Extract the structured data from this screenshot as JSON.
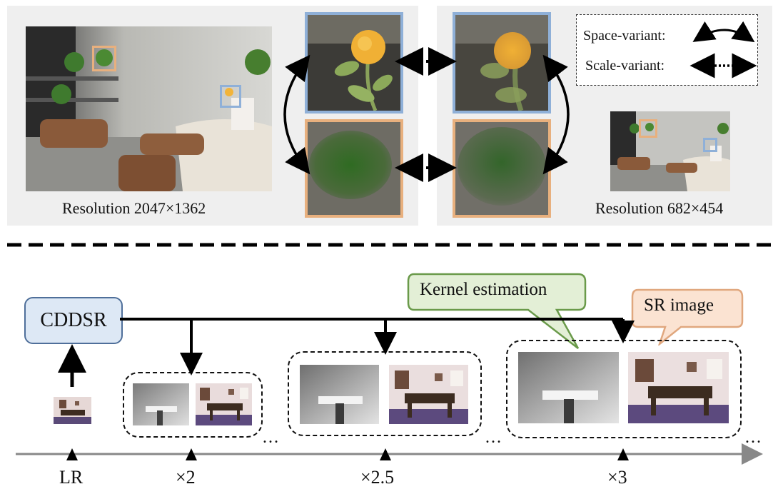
{
  "top": {
    "left_caption": "Resolution 2047×1362",
    "right_caption": "Resolution 682×454",
    "legend": {
      "space_variant": "Space-variant:",
      "scale_variant": "Scale-variant:"
    }
  },
  "bottom": {
    "model": "CDDSR",
    "kernel_callout": "Kernel estimation",
    "sr_callout": "SR image",
    "ellipsis": "…",
    "axis_labels": [
      "LR",
      "×2",
      "×2.5",
      "×3"
    ]
  },
  "colors": {
    "blue_frame": "#8fb0d8",
    "orange_frame": "#e8b07e",
    "panel_bg": "#efefef",
    "cddsr_fill": "#dde8f5",
    "cddsr_border": "#4f6f9a",
    "kernel_fill": "#e3efd6",
    "kernel_border": "#6a9a4a",
    "sr_fill": "#fbe3d2",
    "sr_border": "#e0a77e",
    "axis": "#888888"
  }
}
